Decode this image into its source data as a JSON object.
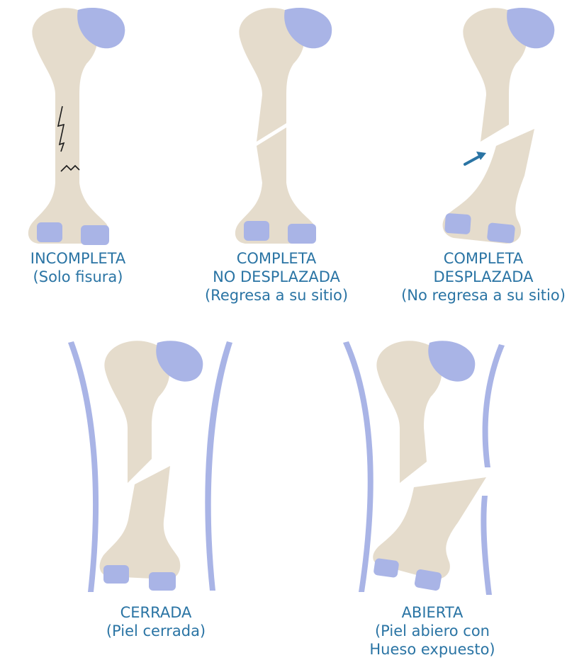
{
  "colors": {
    "bone": "#e5dccc",
    "cartilage": "#a9b4e6",
    "skin": "#a9b4e6",
    "crack": "#1a1a1a",
    "arrow": "#2a74a4",
    "text": "#2a74a4"
  },
  "panels": [
    {
      "id": "incompleta",
      "title": "INCOMPLETA",
      "lines": [
        "(Solo fisura)"
      ]
    },
    {
      "id": "completa-no-desplazada",
      "title": "COMPLETA",
      "lines": [
        "NO DESPLAZADA",
        "(Regresa a su sitio)"
      ]
    },
    {
      "id": "completa-desplazada",
      "title": "COMPLETA",
      "lines": [
        "DESPLAZADA",
        "(No regresa a su sitio)"
      ]
    },
    {
      "id": "cerrada",
      "title": "CERRADA",
      "lines": [
        "(Piel cerrada)"
      ]
    },
    {
      "id": "abierta",
      "title": "ABIERTA",
      "lines": [
        "(Piel abiero con",
        "Hueso expuesto)"
      ]
    }
  ]
}
